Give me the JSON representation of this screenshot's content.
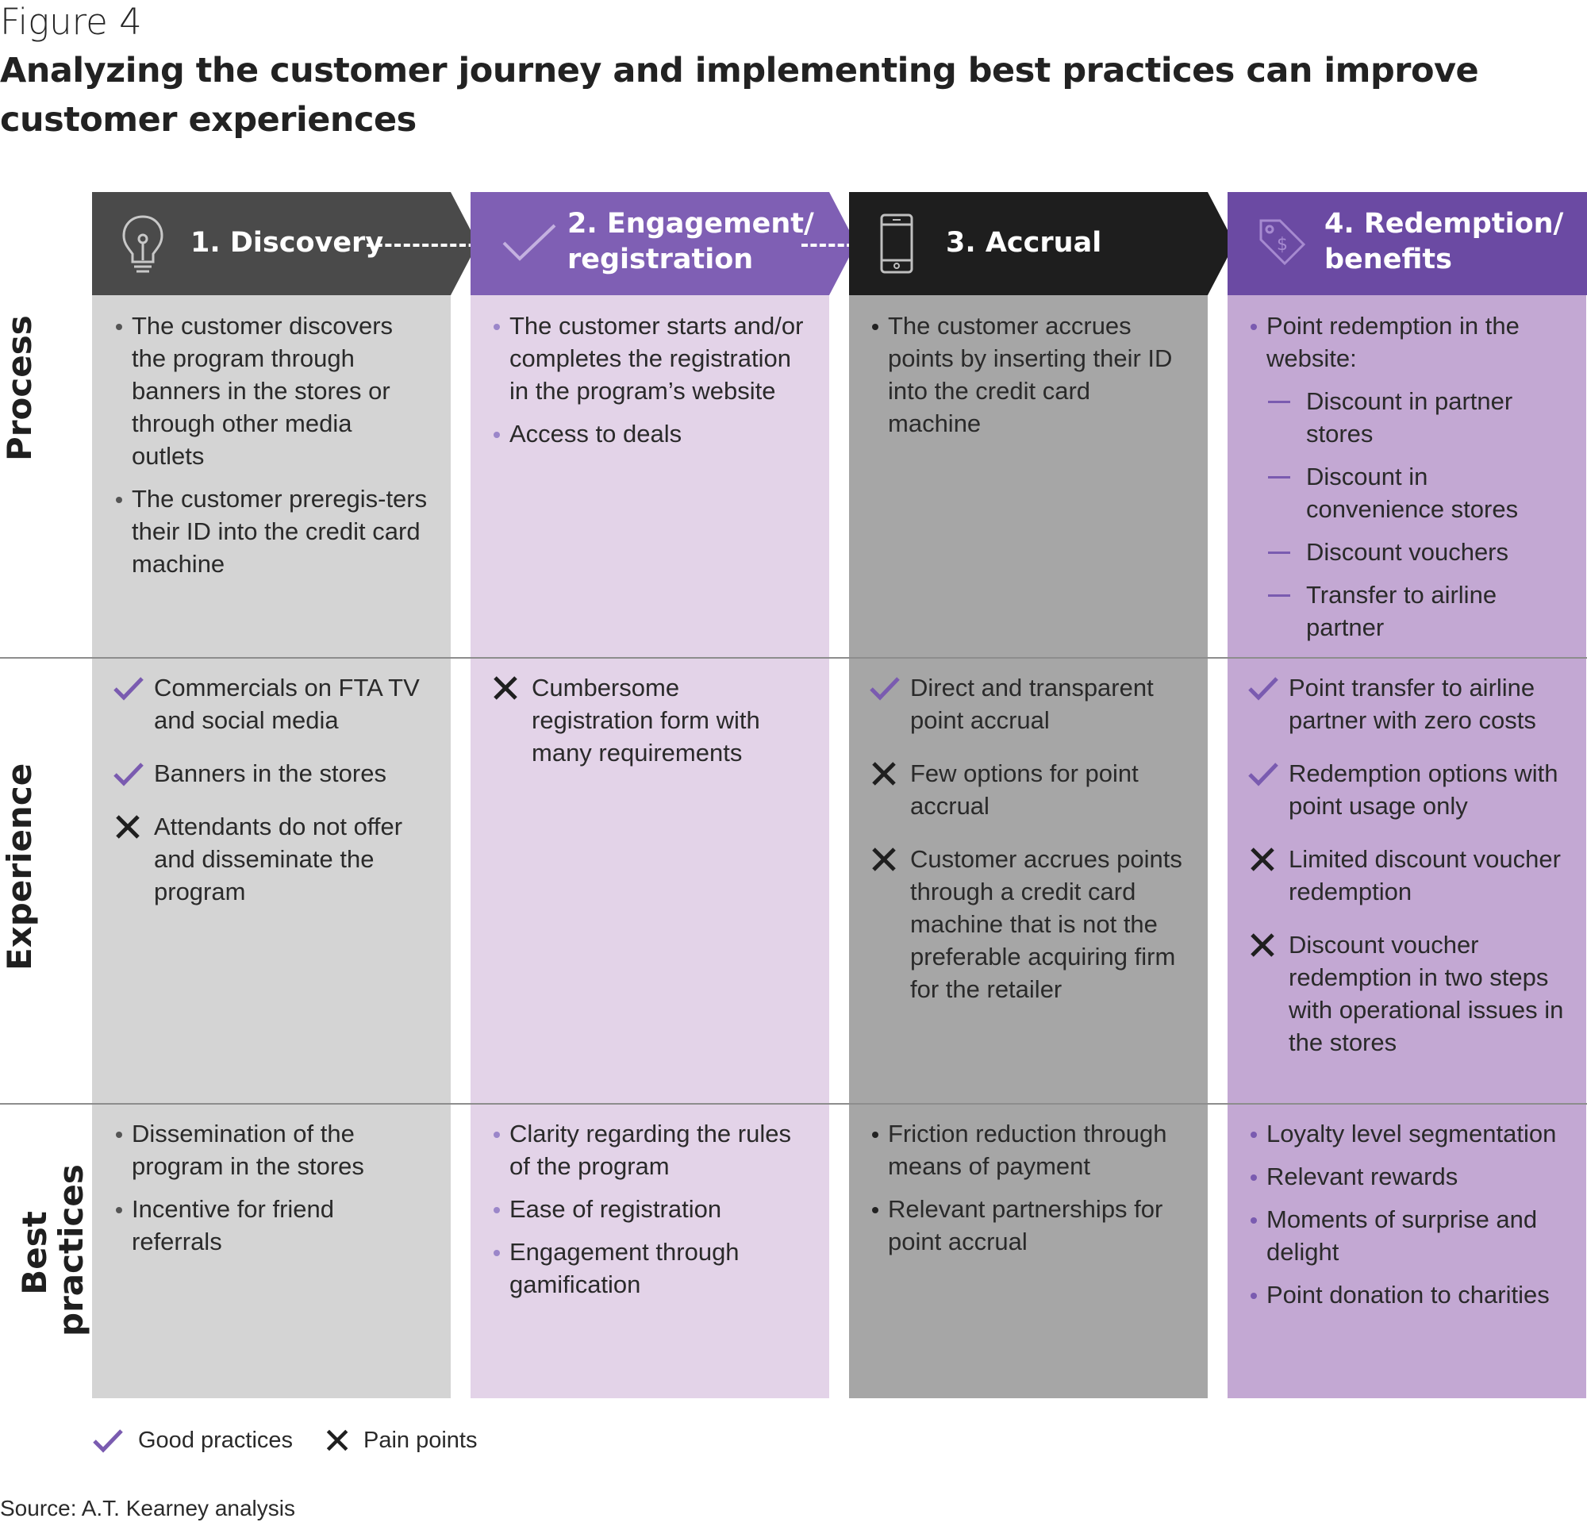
{
  "figure_label": "Figure 4",
  "title": "Analyzing the customer journey and implementing best practices can improve customer experiences",
  "colors": {
    "discovery_header": "#4a4a4a",
    "engagement_header": "#7f5fb4",
    "accrual_header": "#1e1e1e",
    "redemption_header": "#6b4aa3",
    "discovery_bg": "#d4d4d4",
    "engagement_bg": "#e3d3e8",
    "accrual_bg": "#a6a6a6",
    "redemption_bg": "#c3a8d3",
    "check": "#7a5bb0",
    "cross": "#1f1f1f"
  },
  "row_labels": [
    "Process",
    "Experience",
    "Best practices"
  ],
  "stages": [
    {
      "title_line1": "1. Discovery",
      "title_line2": "",
      "icon": "lightbulb-icon",
      "process": [
        "The customer discovers the program through banners in the stores or through other media outlets",
        "The customer preregis-ters their ID into the credit card machine"
      ],
      "experience": [
        {
          "type": "good",
          "text": "Commercials on FTA TV and social media"
        },
        {
          "type": "good",
          "text": "Banners in the stores"
        },
        {
          "type": "pain",
          "text": "Attendants do not offer and disseminate the program"
        }
      ],
      "best_practices": [
        "Dissemination of the program in the stores",
        "Incentive for friend referrals"
      ]
    },
    {
      "title_line1": "2. Engagement/",
      "title_line2": "registration",
      "icon": "checkmark-icon",
      "process": [
        "The customer starts and/or completes the registration in the program’s website",
        "Access to deals"
      ],
      "experience": [
        {
          "type": "pain",
          "text": "Cumbersome registration form with many requirements"
        }
      ],
      "best_practices": [
        "Clarity regarding the rules of the program",
        "Ease of registration",
        "Engagement through gamification"
      ]
    },
    {
      "title_line1": "3. Accrual",
      "title_line2": "",
      "icon": "mobile-phone-icon",
      "process": [
        "The customer accrues points by inserting their ID into the credit card machine"
      ],
      "experience": [
        {
          "type": "good",
          "text": "Direct and transparent point accrual"
        },
        {
          "type": "pain",
          "text": "Few options for point accrual"
        },
        {
          "type": "pain",
          "text": "Customer accrues points through a credit card machine that is not the preferable acquiring firm for the retailer"
        }
      ],
      "best_practices": [
        "Friction reduction through means of payment",
        "Relevant partnerships for point accrual"
      ]
    },
    {
      "title_line1": "4. Redemption/",
      "title_line2": "benefits",
      "icon": "price-tag-icon",
      "process_intro": "Point redemption in the website:",
      "process_sub": [
        "Discount in partner stores",
        "Discount in convenience stores",
        "Discount vouchers",
        "Transfer to airline partner"
      ],
      "experience": [
        {
          "type": "good",
          "text": "Point transfer to airline partner with zero costs"
        },
        {
          "type": "good",
          "text": "Redemption options with point usage only"
        },
        {
          "type": "pain",
          "text": "Limited discount voucher redemption"
        },
        {
          "type": "pain",
          "text": "Discount voucher redemption in two steps with operational issues in the stores"
        }
      ],
      "best_practices": [
        "Loyalty level segmentation",
        "Relevant rewards",
        "Moments of surprise and delight",
        "Point donation to charities"
      ]
    }
  ],
  "legend": {
    "good": "Good practices",
    "pain": "Pain points"
  },
  "source": "Source: A.T. Kearney analysis"
}
